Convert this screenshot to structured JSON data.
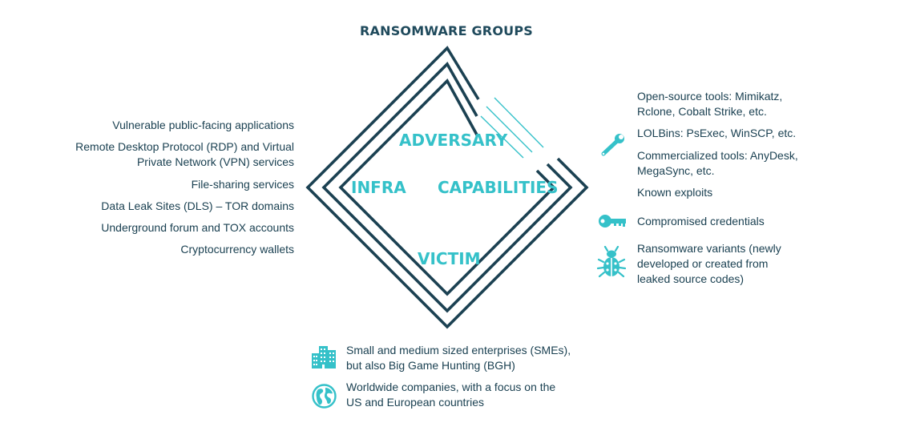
{
  "title": "RANSOMWARE GROUPS",
  "nodes": {
    "adversary": "ADVERSARY",
    "infra": "INFRA",
    "capabilities": "CAPABILITIES",
    "victim": "VICTIM"
  },
  "infrastructure": [
    "Vulnerable public-facing applications",
    "Remote Desktop Protocol (RDP) and Virtual",
    "Private Network (VPN) services",
    "File-sharing services",
    "Data Leak Sites (DLS) – TOR domains",
    "Underground forum and TOX accounts",
    "Cryptocurrency wallets"
  ],
  "capabilities": {
    "tools": [
      [
        "Open-source tools: Mimikatz,",
        "Rclone, Cobalt Strike, etc."
      ],
      [
        "LOLBins: PsExec, WinSCP, etc."
      ],
      [
        "Commercialized tools: AnyDesk,",
        "MegaSync, etc."
      ],
      [
        "Known exploits"
      ]
    ],
    "credentials": "Compromised credentials",
    "ransomware": [
      "Ransomware variants (newly",
      "developed or created from",
      "leaked source codes)"
    ]
  },
  "victims": {
    "sme": [
      "Small and medium sized enterprises (SMEs),",
      "but also Big Game Hunting (BGH)"
    ],
    "worldwide": [
      "Worldwide companies, with a focus on the",
      "US and European countries"
    ]
  },
  "colors": {
    "navy": "#1b4152",
    "teal": "#35c1c9"
  },
  "icons": [
    "wrench-icon",
    "key-icon",
    "bug-icon",
    "buildings-icon",
    "globe-icon"
  ]
}
